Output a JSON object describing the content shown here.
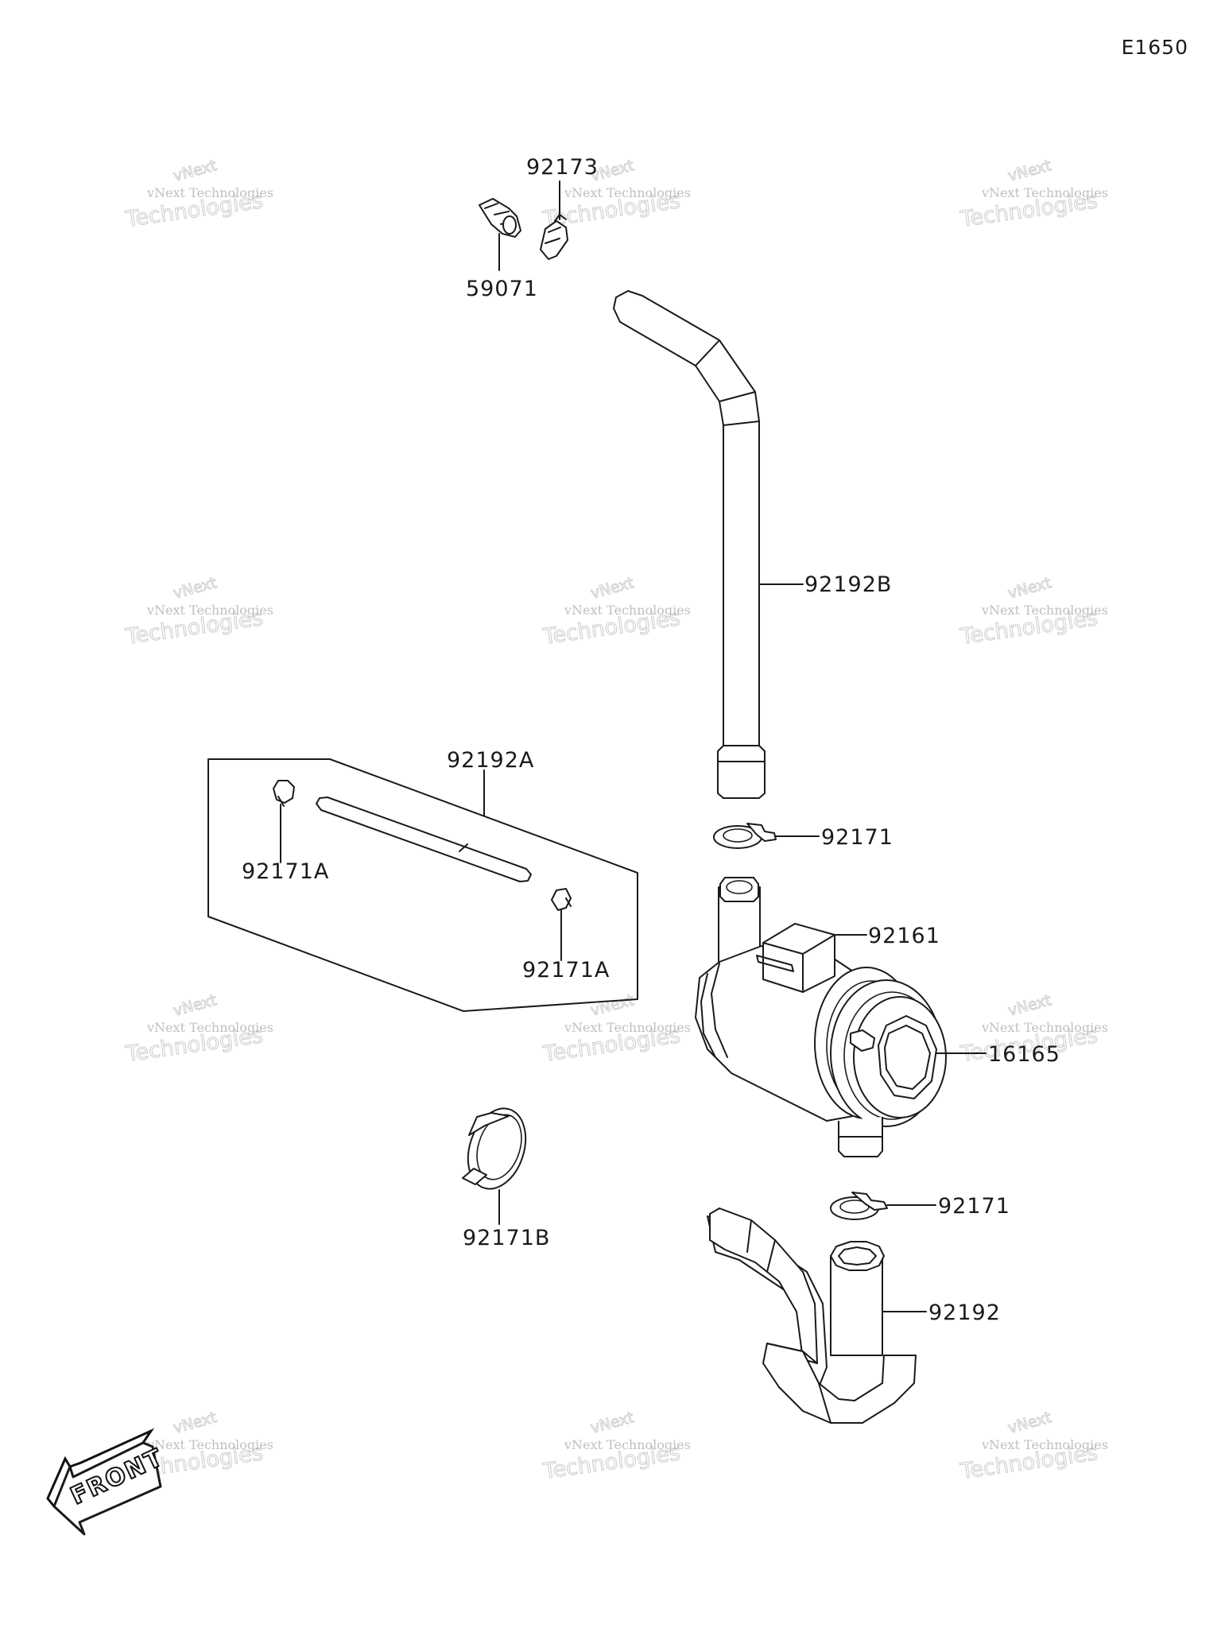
{
  "diagram_code": "E1650",
  "parts": {
    "p59071": "59071",
    "p92173": "92173",
    "p92192B": "92192B",
    "p92192A": "92192A",
    "p92171A_left": "92171A",
    "p92171A_right": "92171A",
    "p92171_upper": "92171",
    "p92161": "92161",
    "p16165": "16165",
    "p92171B": "92171B",
    "p92171_lower": "92171",
    "p92192": "92192"
  },
  "front_marker": "FRONT",
  "watermark": {
    "line1": "vNext",
    "line2": "vNext Technologies",
    "line3": "Technologies"
  },
  "colors": {
    "ink": "#1a1a1a",
    "watermark": "#9a9a9a",
    "background": "#ffffff"
  }
}
